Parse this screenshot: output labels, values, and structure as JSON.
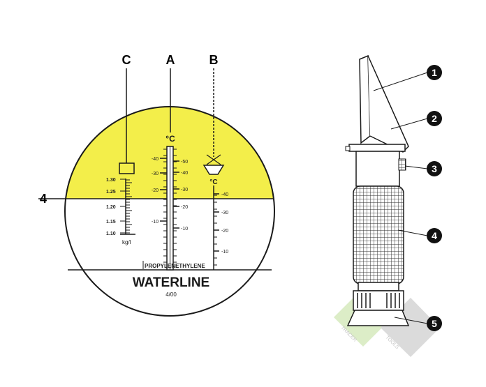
{
  "scale_view": {
    "column_labels": {
      "c": "C",
      "a": "A",
      "b": "B"
    },
    "row_label": "4",
    "celsius_a": "°C",
    "celsius_b": "°C",
    "scale_c": {
      "values": [
        "1.30",
        "1.25",
        "1.20",
        "1.15",
        "1.10"
      ],
      "unit": "kg/l"
    },
    "scale_propylene": [
      "-40",
      "-30",
      "-20",
      "-10"
    ],
    "scale_ethylene": [
      "-50",
      "-40",
      "-30",
      "-20",
      "-10"
    ],
    "scale_b": [
      "-40",
      "-30",
      "-20",
      "-10"
    ],
    "propylene_label": "PROPYLENE",
    "ethylene_label": "ETHYLENE",
    "waterline_label": "WATERLINE",
    "waterline_sub": "4/00",
    "colors": {
      "yellow": "#f3ee4a",
      "ink": "#1a1a1a"
    }
  },
  "refractometer": {
    "callouts": [
      "1",
      "2",
      "3",
      "4",
      "5"
    ],
    "watermark": {
      "left": "TRACER",
      "right": "TOOLS"
    }
  }
}
